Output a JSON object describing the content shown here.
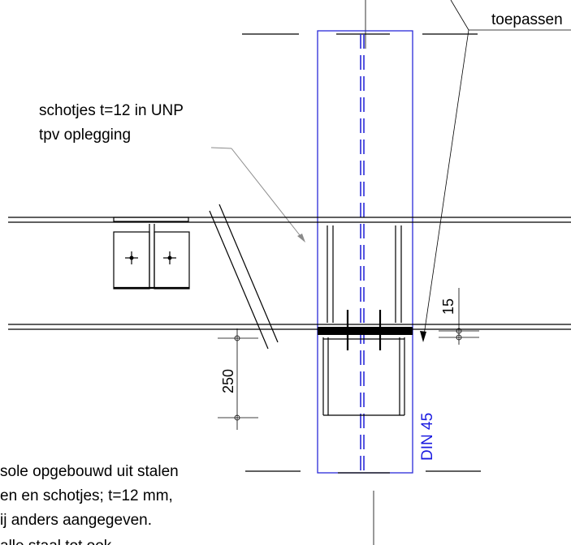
{
  "labels": {
    "toepassen": "toepassen",
    "schotjes_line1": "schotjes t=12 in UNP",
    "schotjes_line2": "tpv oplegging",
    "note_line1": "sole opgebouwd uit stalen",
    "note_line2": "en en schotjes; t=12 mm,",
    "note_line3": "ij anders aangegeven.",
    "note_line4": "alle staal tot ook ..."
  },
  "dimensions": {
    "dim_15": "15",
    "dim_250": "250",
    "din_45": "DIN 45"
  },
  "colors": {
    "line": "#000000",
    "column": "#2a2ad8",
    "leader": "#8a8a8a",
    "background": "#ffffff"
  }
}
